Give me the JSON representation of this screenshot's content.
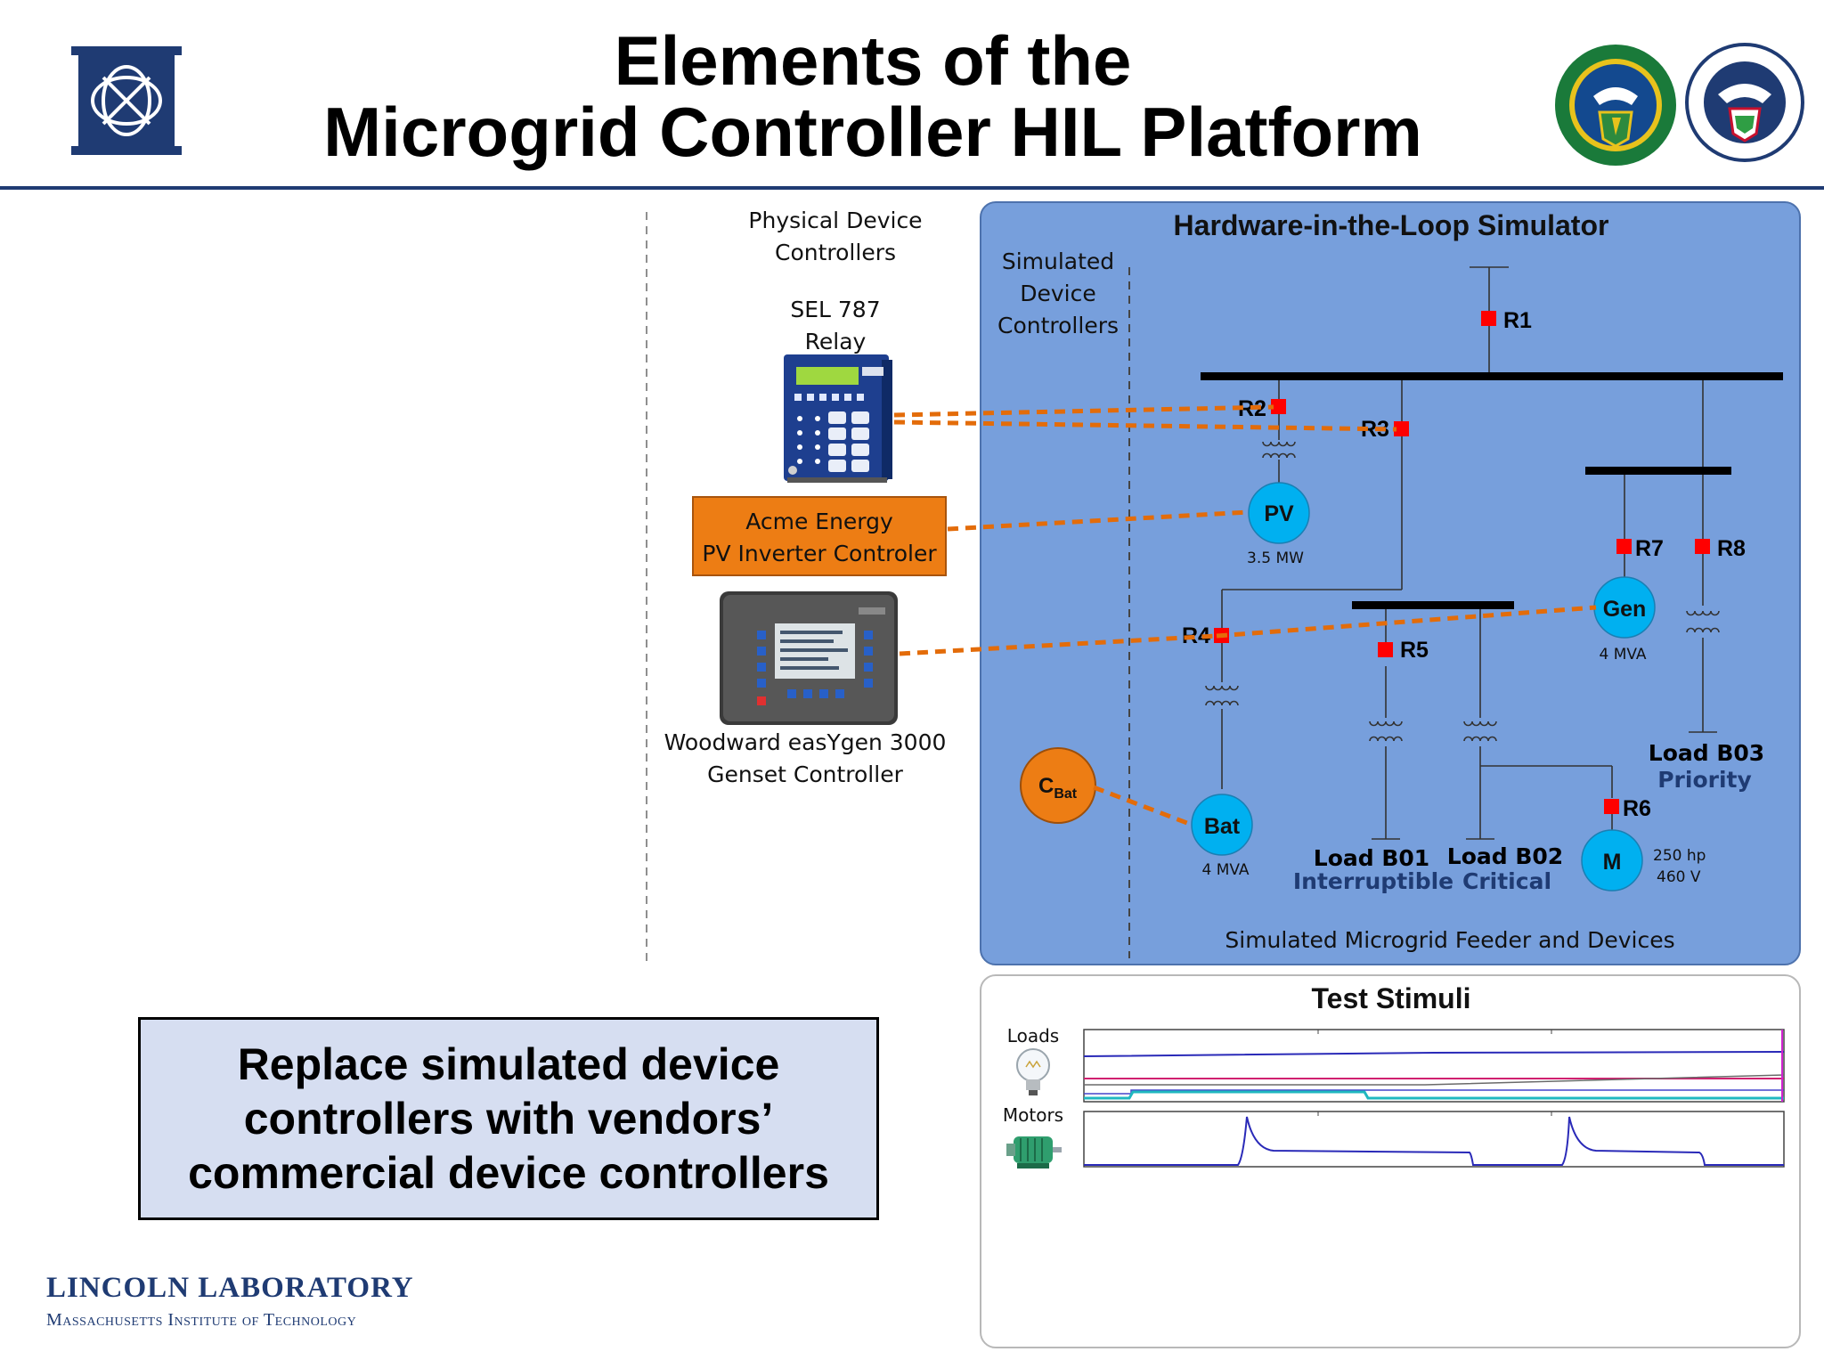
{
  "header": {
    "title_line1": "Elements of the",
    "title_line2": "Microgrid Controller HIL Platform"
  },
  "physical": {
    "heading_line1": "Physical Device",
    "heading_line2": "Controllers",
    "relay_line1": "SEL 787",
    "relay_line2": "Relay",
    "pv_line1": "Acme Energy",
    "pv_line2": "PV Inverter Controler",
    "genset_line1": "Woodward easYgen 3000",
    "genset_line2": "Genset Controller"
  },
  "hil": {
    "title": "Hardware-in-the-Loop Simulator",
    "sim_line1": "Simulated",
    "sim_line2": "Device",
    "sim_line3": "Controllers",
    "feeder_caption": "Simulated Microgrid Feeder and Devices",
    "cbat_main": "C",
    "cbat_sub": "Bat",
    "relays": {
      "r1": "R1",
      "r2": "R2",
      "r3": "R3",
      "r4": "R4",
      "r5": "R5",
      "r6": "R6",
      "r7": "R7",
      "r8": "R8"
    },
    "pv": {
      "label": "PV",
      "rating": "3.5 MW"
    },
    "gen": {
      "label": "Gen",
      "rating": "4 MVA"
    },
    "bat": {
      "label": "Bat",
      "rating": "4 MVA"
    },
    "motor": {
      "label": "M",
      "rating1": "250 hp",
      "rating2": "460 V"
    },
    "load_b01": {
      "name": "Load B01",
      "type": "Interruptible"
    },
    "load_b02": {
      "name": "Load B02",
      "type": "Critical"
    },
    "load_b03": {
      "name": "Load B03",
      "type": "Priority"
    }
  },
  "stimuli": {
    "title": "Test Stimuli",
    "loads_label": "Loads",
    "motors_label": "Motors"
  },
  "callout": {
    "text": "Replace simulated device controllers with vendors’ commercial device controllers"
  },
  "footer": {
    "title": "LINCOLN LABORATORY",
    "subtitle": "Massachusetts Institute of Technology"
  },
  "colors": {
    "navy": "#1f3b73",
    "panel_blue": "#779fdc",
    "device_cyan": "#00b0f0",
    "relay_red": "#ff0000",
    "link_orange": "#e36c0a",
    "controller_orange": "#ed7d14"
  },
  "icons": [
    "lincoln-lab-logo-icon",
    "doe-seal-icon",
    "dhs-seal-icon",
    "relay-device-icon",
    "genset-controller-icon",
    "lightbulb-icon",
    "motor-icon"
  ]
}
